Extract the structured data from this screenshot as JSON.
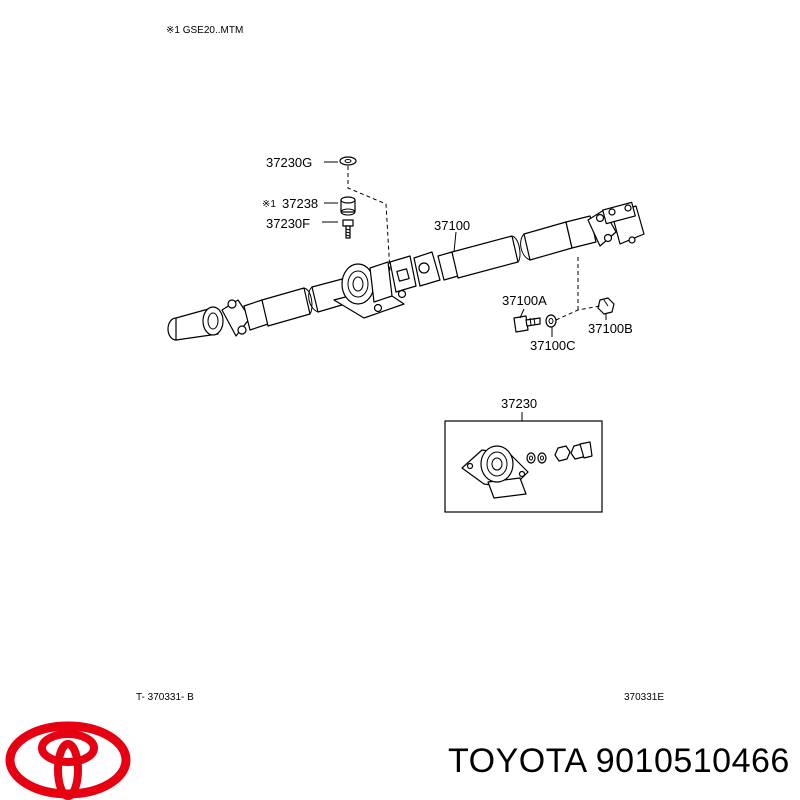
{
  "header_note": "※1 GSE20..MTM",
  "labels": {
    "p37230G": "37230G",
    "p37238_prefix": "※1",
    "p37238": "37238",
    "p37230F": "37230F",
    "p37100": "37100",
    "p37100A": "37100A",
    "p37100B": "37100B",
    "p37100C": "37100C",
    "p37230": "37230"
  },
  "footer": {
    "left_code": "T- 370331- B",
    "right_code": "370331E"
  },
  "brand": {
    "title": "TOYOTA 9010510466",
    "logo_color": "#e60012"
  }
}
